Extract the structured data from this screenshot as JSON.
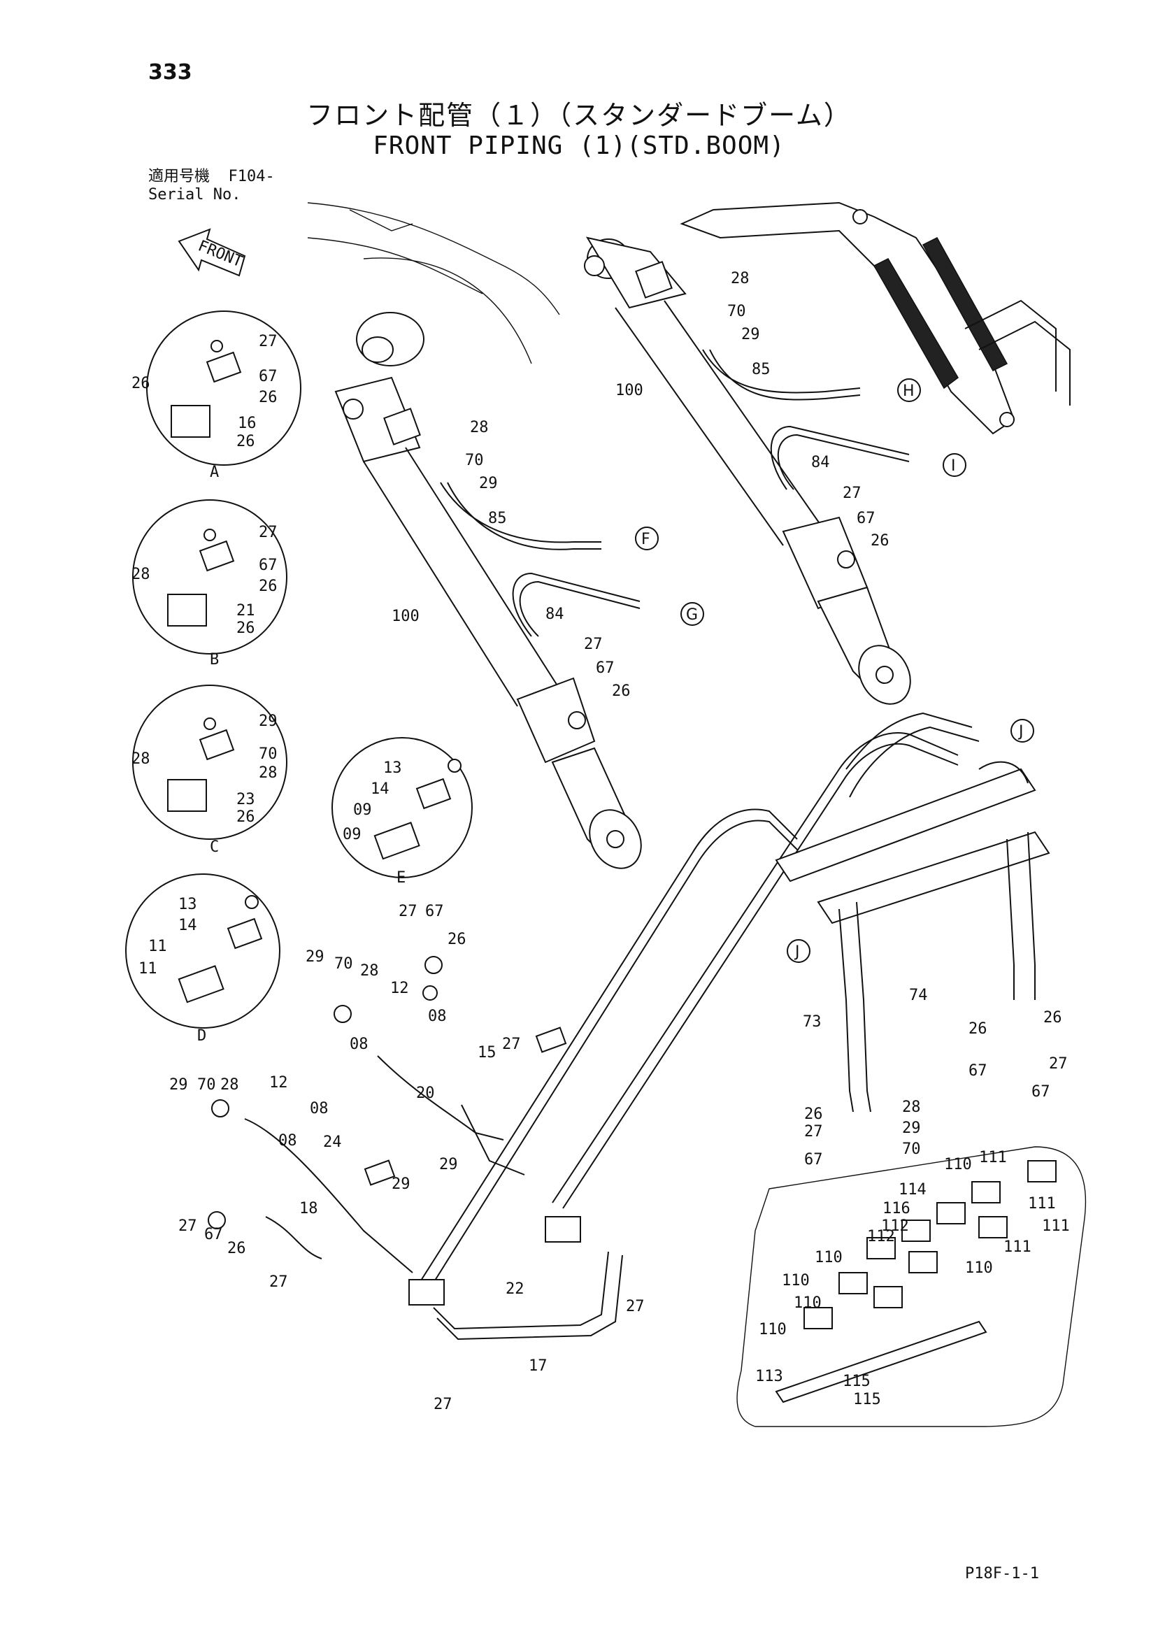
{
  "page_number": "333",
  "title_jp": "フロント配管（１）（スタンダードブーム）",
  "title_en": "FRONT PIPING (1)(STD.BOOM)",
  "serial": {
    "label_jp": "適用号機",
    "value": "F104-",
    "label_en": "Serial No."
  },
  "front_arrow": "FRONT",
  "doc_code": "P18F-1-1",
  "views": {
    "A": {
      "letter": "A",
      "parts": [
        "27",
        "67",
        "26",
        "26",
        "16",
        "26"
      ]
    },
    "B": {
      "letter": "B",
      "parts": [
        "27",
        "67",
        "28",
        "26",
        "21",
        "26"
      ]
    },
    "C": {
      "letter": "C",
      "parts": [
        "29",
        "70",
        "28",
        "28",
        "23",
        "26"
      ]
    },
    "D": {
      "letter": "D",
      "parts": [
        "13",
        "14",
        "11",
        "11"
      ]
    },
    "E": {
      "letter": "E",
      "parts": [
        "13",
        "14",
        "09",
        "09"
      ]
    },
    "J": {
      "letter": "J"
    }
  },
  "connection_letters": [
    "F",
    "G",
    "H",
    "I",
    "J"
  ],
  "part_numbers": {
    "cyl_left": [
      "28",
      "70",
      "29",
      "85",
      "100",
      "84",
      "27",
      "67",
      "26"
    ],
    "cyl_right": [
      "28",
      "70",
      "29",
      "85",
      "100",
      "84",
      "27",
      "67",
      "26"
    ],
    "clamp_lower": [
      "110",
      "111",
      "111",
      "114",
      "116",
      "112",
      "112",
      "111",
      "110",
      "110",
      "110",
      "111",
      "110",
      "110",
      "110",
      "113",
      "115",
      "115"
    ],
    "right_pipes": [
      "74",
      "73",
      "26",
      "26",
      "27",
      "67",
      "67",
      "26",
      "28",
      "27",
      "29",
      "67",
      "70"
    ],
    "middle_pipes": [
      "27",
      "67",
      "26",
      "29",
      "70",
      "28",
      "12",
      "08",
      "08",
      "20",
      "15",
      "27",
      "29",
      "29",
      "70",
      "28",
      "12",
      "08",
      "08",
      "24",
      "29",
      "27",
      "67",
      "26",
      "18",
      "27",
      "22",
      "17",
      "27",
      "27"
    ]
  }
}
